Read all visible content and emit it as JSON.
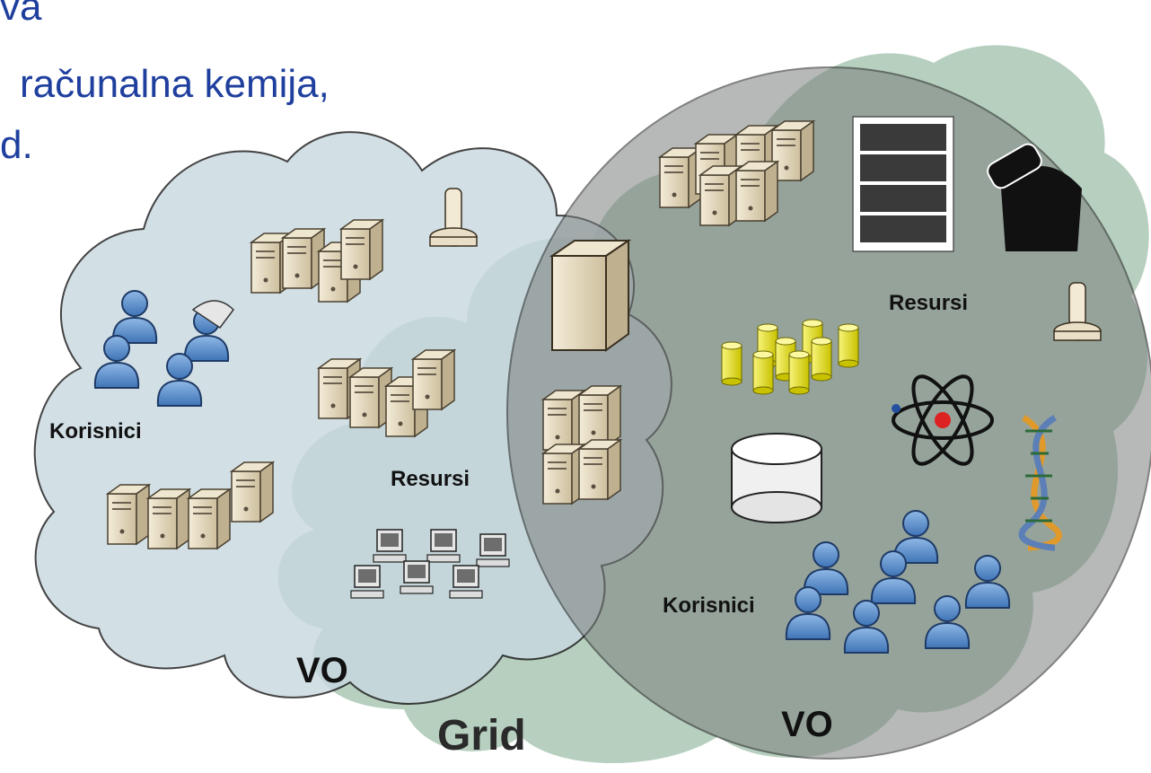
{
  "slide_text": {
    "line1": "va",
    "line2": "računalna kemija,",
    "line3": "d."
  },
  "labels": {
    "grid": "Grid",
    "left_vo": "VO",
    "right_vo": "VO",
    "left_users": "Korisnici",
    "left_resources": "Resursi",
    "right_users": "Korisnici",
    "right_resources": "Resursi"
  },
  "colors": {
    "text_blue": "#1f3f9e",
    "grid_cloud": "#9fbfaa",
    "left_vo_fill": "#c9d8e0",
    "right_vo_fill": "#8a8f8c",
    "user_blue": "#4f86c6",
    "server_beige": "#e8dcc0",
    "storage_yellow": "#e6e100"
  }
}
